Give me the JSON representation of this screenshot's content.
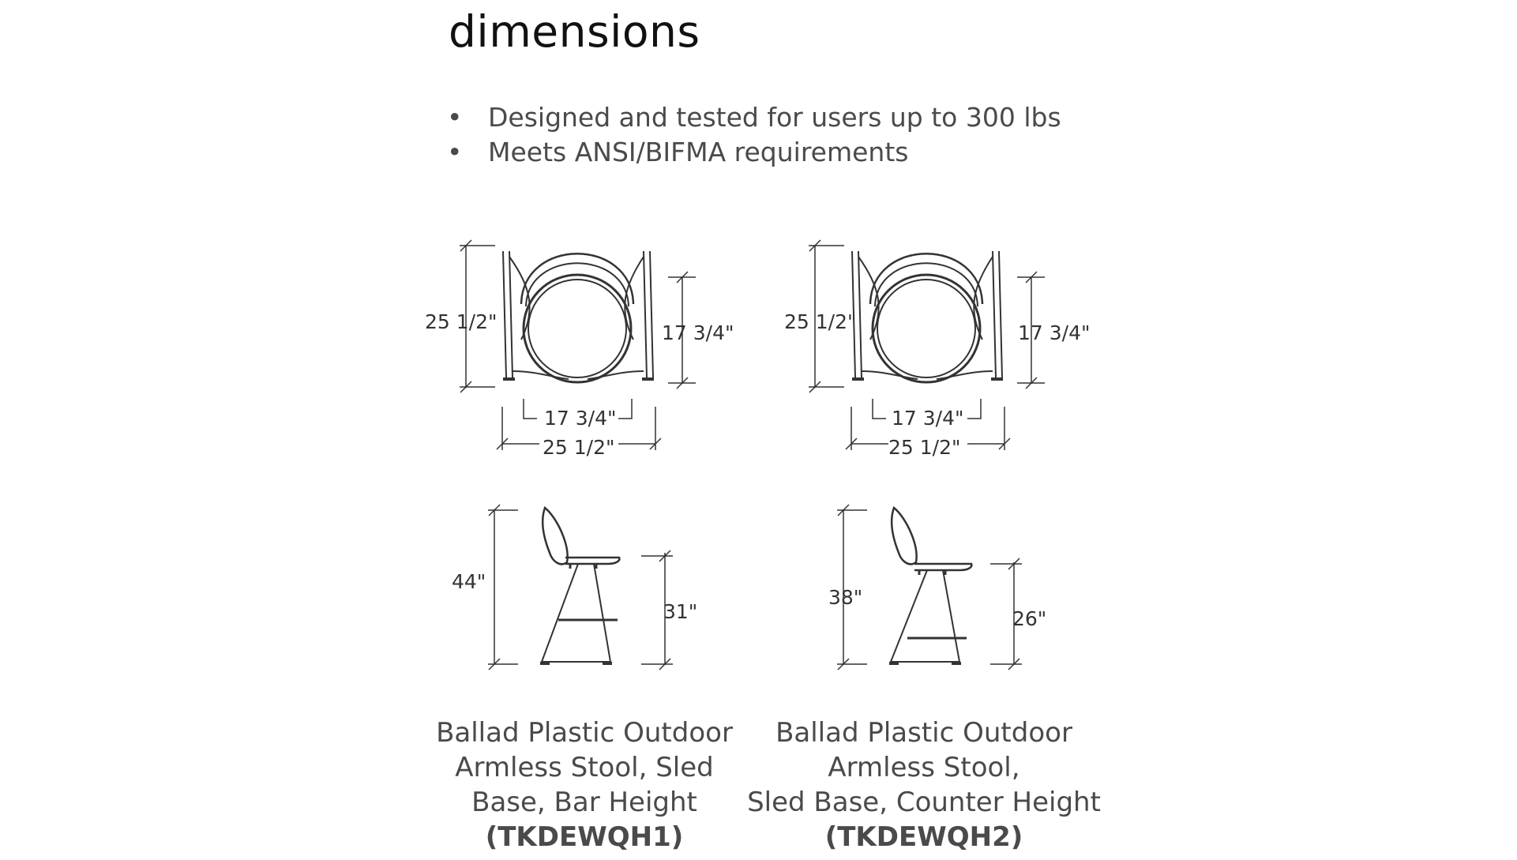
{
  "page": {
    "title": "dimensions",
    "bullets": [
      "Designed and tested for users up to 300 lbs",
      "Meets ANSI/BIFMA requirements"
    ],
    "bullet_symbol": "•"
  },
  "products": [
    {
      "top_view": {
        "depth": "25 1/2\"",
        "seat_depth": "17 3/4\"",
        "seat_width": "17 3/4\"",
        "width": "25 1/2\""
      },
      "side_view": {
        "overall_height": "44\"",
        "seat_height": "31\""
      },
      "caption_lines": [
        "Ballad Plastic Outdoor",
        "Armless Stool, Sled",
        "Base, Bar Height"
      ],
      "code": "(TKDEWQH1)"
    },
    {
      "top_view": {
        "depth": "25 1/2\"",
        "seat_depth": "17 3/4\"",
        "seat_width": "17 3/4\"",
        "width": "25 1/2\""
      },
      "side_view": {
        "overall_height": "38\"",
        "seat_height": "26\""
      },
      "caption_lines": [
        "Ballad Plastic Outdoor",
        "Armless Stool,",
        "Sled Base, Counter Height"
      ],
      "code": "(TKDEWQH2)"
    }
  ],
  "colors": {
    "line": "#333333",
    "text": "#4a4a4a",
    "title": "#111111"
  }
}
